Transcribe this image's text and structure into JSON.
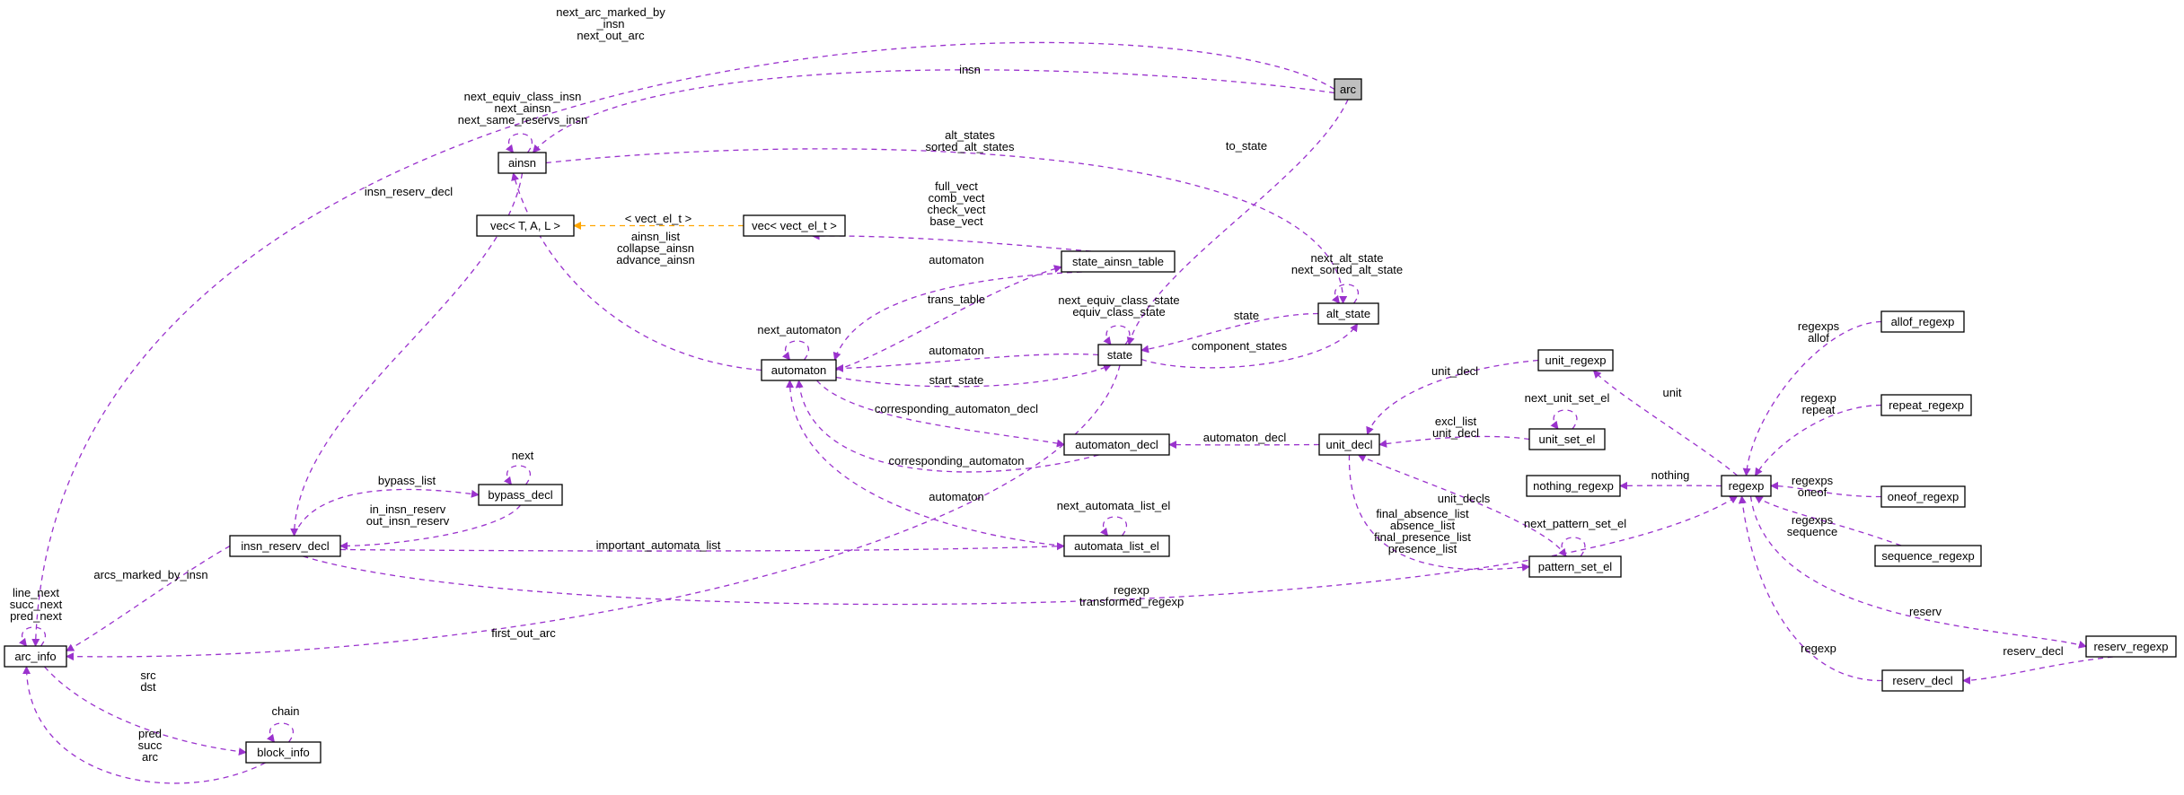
{
  "diagram": {
    "nodes": [
      {
        "id": "arc",
        "label": "arc",
        "focus": true
      },
      {
        "id": "ainsn",
        "label": "ainsn"
      },
      {
        "id": "vec_tal",
        "label": "vec< T, A, L >"
      },
      {
        "id": "vec_vect",
        "label": "vec< vect_el_t >"
      },
      {
        "id": "state_ainsn_table",
        "label": "state_ainsn_table"
      },
      {
        "id": "alt_state",
        "label": "alt_state"
      },
      {
        "id": "automaton",
        "label": "automaton"
      },
      {
        "id": "state",
        "label": "state"
      },
      {
        "id": "automaton_decl",
        "label": "automaton_decl"
      },
      {
        "id": "unit_decl",
        "label": "unit_decl"
      },
      {
        "id": "unit_regexp",
        "label": "unit_regexp"
      },
      {
        "id": "unit_set_el",
        "label": "unit_set_el"
      },
      {
        "id": "nothing_regexp",
        "label": "nothing_regexp"
      },
      {
        "id": "regexp",
        "label": "regexp"
      },
      {
        "id": "allof_regexp",
        "label": "allof_regexp"
      },
      {
        "id": "repeat_regexp",
        "label": "repeat_regexp"
      },
      {
        "id": "oneof_regexp",
        "label": "oneof_regexp"
      },
      {
        "id": "sequence_regexp",
        "label": "sequence_regexp"
      },
      {
        "id": "reserv_regexp",
        "label": "reserv_regexp"
      },
      {
        "id": "reserv_decl",
        "label": "reserv_decl"
      },
      {
        "id": "pattern_set_el",
        "label": "pattern_set_el"
      },
      {
        "id": "automata_list_el",
        "label": "automata_list_el"
      },
      {
        "id": "bypass_decl",
        "label": "bypass_decl"
      },
      {
        "id": "insn_reserv_decl",
        "label": "insn_reserv_decl"
      },
      {
        "id": "arc_info",
        "label": "arc_info"
      },
      {
        "id": "block_info",
        "label": "block_info"
      }
    ],
    "edge_labels": {
      "arc_to_arcinfo": [
        "next_arc_marked_by",
        "_insn",
        "next_out_arc"
      ],
      "arc_to_ainsn": [
        "insn"
      ],
      "arc_to_state": [
        "to_state"
      ],
      "ainsn_self": [
        "next_equiv_class_insn",
        "next_ainsn",
        "next_same_reservs_insn"
      ],
      "ainsn_to_altstate": [
        "alt_states",
        "sorted_alt_states"
      ],
      "ainsn_to_insnreserv": [
        "insn_reserv_decl"
      ],
      "vect_template": [
        "< vect_el_t >"
      ],
      "automaton_to_ainsn": [
        "ainsn_list",
        "collapse_ainsn",
        "advance_ainsn"
      ],
      "table_to_vect": [
        "full_vect",
        "comb_vect",
        "check_vect",
        "base_vect"
      ],
      "table_to_automaton": [
        "automaton"
      ],
      "altstate_self": [
        "next_alt_state",
        "next_sorted_alt_state"
      ],
      "automaton_self": [
        "next_automaton"
      ],
      "automaton_to_table": [
        "trans_table"
      ],
      "state_self": [
        "next_equiv_class_state",
        "equiv_class_state"
      ],
      "altstate_to_state": [
        "state"
      ],
      "state_to_altstate": [
        "component_states"
      ],
      "state_to_automaton": [
        "automaton"
      ],
      "automaton_to_state": [
        "start_state"
      ],
      "unitregexp_to_unitdecl": [
        "unit_decl"
      ],
      "unitsetel_self": [
        "next_unit_set_el"
      ],
      "unitsetel_to_unitdecl": [
        "excl_list",
        "unit_decl"
      ],
      "unitdecl_to_automatondecl": [
        "automaton_decl"
      ],
      "automaton_to_automatondecl": [
        "corresponding_automaton_decl"
      ],
      "automatondecl_to_automaton": [
        "corresponding_automaton"
      ],
      "bypass_self": [
        "next"
      ],
      "insn_to_bypass": [
        "bypass_list"
      ],
      "bypass_to_insn": [
        "in_insn_reserv",
        "out_insn_reserv"
      ],
      "automatalist_self": [
        "next_automata_list_el"
      ],
      "automatalist_to_automaton": [
        "automaton"
      ],
      "insn_to_automatalist": [
        "important_automata_list"
      ],
      "arcinfo_self": [
        "line_next",
        "succ_next",
        "pred_next"
      ],
      "insn_to_arcinfo": [
        "arcs_marked_by_insn"
      ],
      "state_to_arcinfo": [
        "first_out_arc"
      ],
      "insn_to_regexp": [
        "regexp",
        "transformed_regexp"
      ],
      "nothing_to_regexp": [
        "nothing"
      ],
      "unitdecl_to_pattern": [
        "final_absence_list",
        "absence_list",
        "final_presence_list",
        "presence_list"
      ],
      "pattern_self": [
        "next_pattern_set_el"
      ],
      "pattern_to_unitdecl": [
        "unit_decls"
      ],
      "regexp_to_unitregexp": [
        "unit"
      ],
      "allof_to_regexp": [
        "regexps",
        "allof"
      ],
      "repeat_to_regexp": [
        "regexp",
        "repeat"
      ],
      "oneof_to_regexp": [
        "regexps",
        "oneof"
      ],
      "sequence_to_regexp": [
        "regexps",
        "sequence"
      ],
      "regexp_to_reservregexp": [
        "reserv"
      ],
      "reservdecl_to_regexp": [
        "regexp"
      ],
      "reservregexp_to_reservdecl": [
        "reserv_decl"
      ],
      "arcinfo_to_blockinfo": [
        "src",
        "dst"
      ],
      "blockinfo_self": [
        "chain"
      ],
      "blockinfo_to_arcinfo": [
        "pred",
        "succ",
        "arc"
      ]
    }
  },
  "colors": {
    "edge": "#9a32cd",
    "template_edge": "#ffa500",
    "focus_fill": "#bfbfbf",
    "node_border": "#000000"
  }
}
